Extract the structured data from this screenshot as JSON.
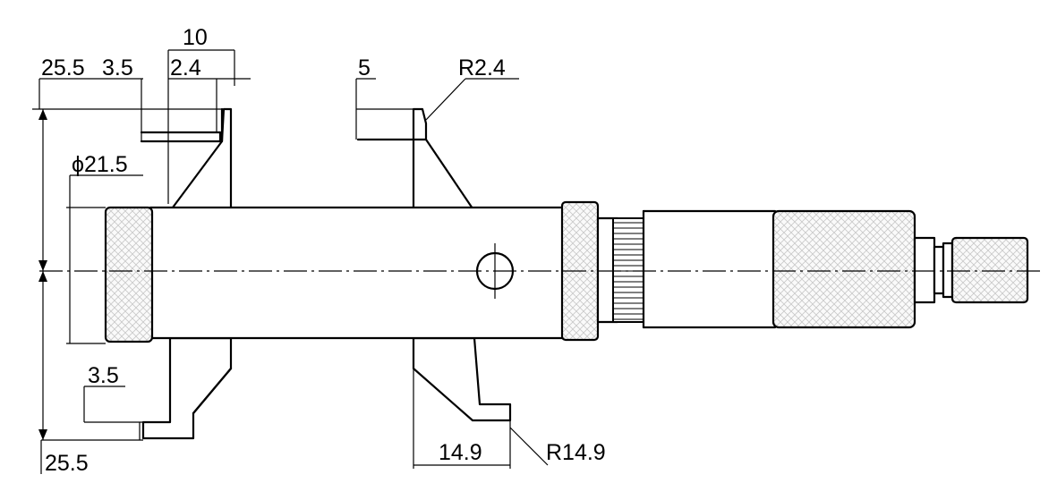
{
  "diagram": {
    "line_color": "#000000",
    "background_color": "#ffffff",
    "dimensions": {
      "top_10": "10",
      "top_25_5": "25.5",
      "top_3_5": "3.5",
      "top_2_4": "2.4",
      "top_5": "5",
      "top_r2_4": "R2.4",
      "phi_21_5": "ϕ21.5",
      "bottom_3_5": "3.5",
      "bottom_25_5": "25.5",
      "bottom_14_9": "14.9",
      "bottom_r14_9": "R14.9"
    }
  }
}
